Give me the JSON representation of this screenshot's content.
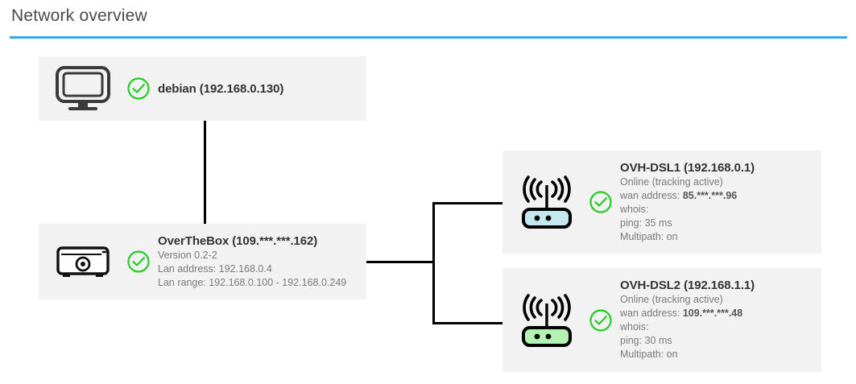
{
  "header": {
    "title": "Network overview",
    "rule_color": "#33a8f0"
  },
  "colors": {
    "panel_background": "#f2f2f2",
    "status_ok": "#22cc22",
    "connector": "#000000",
    "router_dsl1_body": "#c3e8f0",
    "router_dsl2_body": "#b4f2b4",
    "title_text": "#4a4a4a",
    "detail_text": "#7a7a7a"
  },
  "nodes": {
    "client": {
      "icon": "monitor-icon",
      "status_icon": "check-circle-icon",
      "title": "debian (192.168.0.130)",
      "details": []
    },
    "box": {
      "icon": "set-top-box-icon",
      "status_icon": "check-circle-icon",
      "title": "OverTheBox (109.***.***.162)",
      "details": [
        {
          "label": "Version 0.2-2",
          "value": ""
        },
        {
          "label": "Lan address: 192.168.0.4",
          "value": ""
        },
        {
          "label": "Lan range: 192.168.0.100 - 192.168.0.249",
          "value": ""
        }
      ]
    },
    "dsl1": {
      "icon": "wifi-router-icon",
      "status_icon": "check-circle-icon",
      "title": "OVH-DSL1 (192.168.0.1)",
      "details": [
        {
          "label": "Online (tracking active)",
          "value": ""
        },
        {
          "label": "wan address: ",
          "value": "85.***.***.96"
        },
        {
          "label": "whois:",
          "value": ""
        },
        {
          "label": "ping: 35 ms",
          "value": ""
        },
        {
          "label": "Multipath: on",
          "value": ""
        }
      ]
    },
    "dsl2": {
      "icon": "wifi-router-icon",
      "status_icon": "check-circle-icon",
      "title": "OVH-DSL2 (192.168.1.1)",
      "details": [
        {
          "label": "Online (tracking active)",
          "value": ""
        },
        {
          "label": "wan address: ",
          "value": "109.***.***.48"
        },
        {
          "label": "whois:",
          "value": ""
        },
        {
          "label": "ping: 30 ms",
          "value": ""
        },
        {
          "label": "Multipath: on",
          "value": ""
        }
      ]
    }
  }
}
